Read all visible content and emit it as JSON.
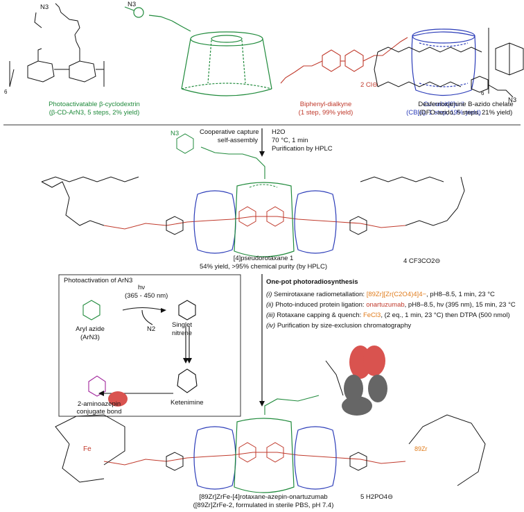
{
  "top_row": {
    "b_cd": {
      "label": "Photoactivatable β-cyclodextrin",
      "detail": "(β-CD-ArN3, 5 steps, 2% yield)",
      "subscript_n": "6",
      "azide_left": "N3",
      "azide_right": "N3"
    },
    "biphenyl": {
      "label": "Biphenyl-dialkyne",
      "detail": "(1 step, 99% yield)",
      "counter_ion": "2 Cl⊖"
    },
    "cb6": {
      "label": "Cucurbit[6]uril",
      "detail": "(CB[6], 1 step, 19% yield)",
      "subscript": "6"
    },
    "dfo": {
      "label": "Desferrioxamine B-azido chelate",
      "detail": "(DFO-azido, 5 steps, 21% yield)",
      "azide": "N3"
    }
  },
  "step1": {
    "conditions_left": [
      "Cooperative capture",
      "self-assembly"
    ],
    "conditions_right": [
      "H2O",
      "70 °C, 1 min",
      "Purification by HPLC"
    ]
  },
  "pseudorotaxane": {
    "name": "[4]pseudorotaxane 1",
    "yield": "54% yield, >95% chemical purity (by HPLC)",
    "counter_ion": "4 CF3CO2⊖",
    "azide": "N3"
  },
  "photoactivation": {
    "title": "Photoactivation of ArN3",
    "hv": "hν",
    "wavelength": "(365 - 450 nm)",
    "aryl_azide": [
      "Aryl azide",
      "(ArN3)"
    ],
    "n2": "N2",
    "nitrene": [
      "Singlet",
      "nitrene"
    ],
    "ketenimine": "Ketenimine",
    "conjugate": [
      "2-aminoazepin",
      "conjugate bond"
    ]
  },
  "one_pot": {
    "title": "One-pot photoradiosynthesis",
    "steps": [
      {
        "num": "(i)",
        "text_a": "Semirotaxane radiometallation: ",
        "highlight": "[89Zr][Zr(C2O4)4]4−",
        "text_b": ", pH8–8.5, 1 min, 23 °C"
      },
      {
        "num": "(ii)",
        "text_a": "Photo-induced protein ligation: ",
        "highlight": "onartuzumab",
        "text_b": ", pH8–8.5, hν (395 nm), 15 min, 23 °C"
      },
      {
        "num": "(iii)",
        "text_a": "Rotaxane capping & quench: ",
        "highlight": "FeCl3",
        "text_b": ", (2 eq., 1 min, 23 °C) then DTPA (500 nmol)"
      },
      {
        "num": "(iv)",
        "text_a": "Purification by size-exclusion chromatography",
        "highlight": "",
        "text_b": ""
      }
    ]
  },
  "final_product": {
    "name": "[89Zr]ZrFe-[4]rotaxane-azepin-onartuzumab",
    "detail": "([89Zr]ZrFe-2, formulated in sterile PBS, pH 7.4)",
    "counter_ion": "5 H2PO4⊖",
    "fe": "Fe",
    "zr": "89Zr"
  },
  "colors": {
    "green": "#1f8a3b",
    "red": "#c0392b",
    "blue": "#2a3bb8",
    "orange": "#e07b1a",
    "magenta": "#a1259c",
    "ab_red": "#d9534f",
    "ab_grey": "#555555"
  }
}
